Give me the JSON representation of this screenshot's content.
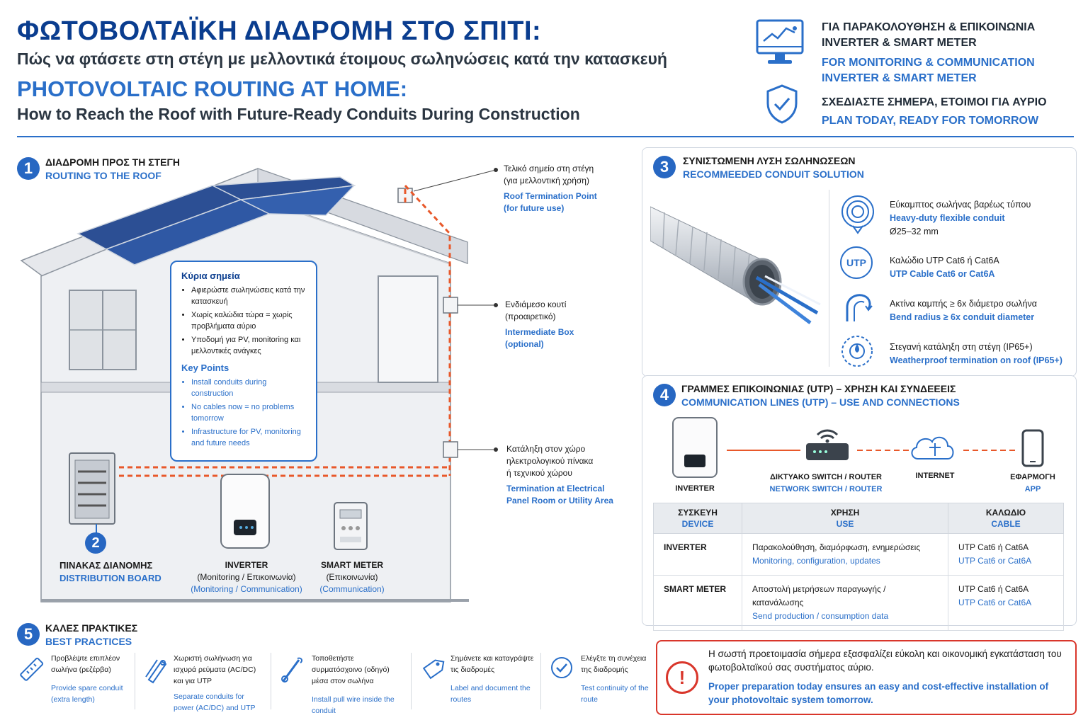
{
  "header": {
    "title_gr": "ΦΩΤΟΒΟΛΤΑΪΚΗ ΔΙΑΔΡΟΜΗ ΣΤΟ ΣΠΙΤΙ:",
    "subtitle_gr": "Πώς να φτάσετε στη στέγη με μελλοντικά έτοιμους σωληνώσεις κατά την κατασκευή",
    "title_en": "PHOTOVOLTAIC ROUTING AT HOME:",
    "subtitle_en": "How to Reach the Roof with Future-Ready Conduits During Construction",
    "monitor_gr_1": "ΓΙΑ ΠΑΡΑΚΟΛΟΥΘΗΣΗ & ΕΠΙΚΟΙΝΩΝΙΑ",
    "monitor_gr_2": "INVERTER & SMART METER",
    "monitor_en_1": "FOR MONITORING & COMMUNICATION",
    "monitor_en_2": "INVERTER & SMART METER",
    "plan_gr": "ΣΧΕΔΙΑΣΤΕ ΣΗΜΕΡΑ, ΕΤΟΙΜΟΙ ΓΙΑ ΑΥΡΙΟ",
    "plan_en": "PLAN TODAY, READY FOR TOMORROW"
  },
  "section1": {
    "number": "1",
    "title_gr": "ΔΙΑΔΡΟΜΗ ΠΡΟΣ ΤΗ ΣΤΕΓΗ",
    "title_en": "ROUTING TO THE ROOF",
    "callouts": {
      "roof_gr_1": "Τελικό σημείο στη στέγη",
      "roof_gr_2": "(για μελλοντική χρήση)",
      "roof_en_1": "Roof Termination Point",
      "roof_en_2": "(for future use)",
      "box_gr_1": "Ενδιάμεσο κουτί",
      "box_gr_2": "(προαιρετικό)",
      "box_en_1": "Intermediate Box",
      "box_en_2": "(optional)",
      "term_gr_1": "Κατάληξη στον χώρο",
      "term_gr_2": "ηλεκτρολογικού πίνακα",
      "term_gr_3": "ή τεχνικού χώρου",
      "term_en_1": "Termination at Electrical",
      "term_en_2": "Panel Room or Utility Area"
    },
    "keypoints": {
      "title_gr": "Κύρια σημεία",
      "items_gr": [
        "Αφιερώστε σωληνώσεις κατά την κατασκευή",
        "Χωρίς καλώδια τώρα = χωρίς προβλήματα αύριο",
        "Υποδομή για PV, monitoring και μελλοντικές ανάγκες"
      ],
      "title_en": "Key Points",
      "items_en": [
        "Install conduits during construction",
        "No cables now = no problems tomorrow",
        "Infrastructure for PV, monitoring and future needs"
      ]
    },
    "board_number": "2",
    "board_gr": "ΠΙΝΑΚΑΣ ΔΙΑΝΟΜΗΣ",
    "board_en": "DISTRIBUTION BOARD",
    "inverter_title": "INVERTER",
    "inverter_gr": "(Monitoring / Επικοινωνία)",
    "inverter_en": "(Monitoring / Communication)",
    "meter_title": "SMART METER",
    "meter_gr": "(Επικοινωνία)",
    "meter_en": "(Communication)"
  },
  "section3": {
    "number": "3",
    "title_gr": "ΣΥΝΙΣΤΩΜΕΝΗ ΛΥΣΗ ΣΩΛΗΝΩΣΕΩΝ",
    "title_en": "RECOMMEEDED CONDUIT SOLUTION",
    "items": [
      {
        "gr": "Εύκαμπτος σωλήνας βαρέως τύπου",
        "en": "Heavy-duty flexible conduit",
        "extra": "Ø25–32 mm"
      },
      {
        "gr": "Καλώδιο UTP Cat6 ή Cat6A",
        "en": "UTP Cable Cat6 or Cat6A",
        "icon_text": "UTP"
      },
      {
        "gr": "Ακτίνα καμπής ≥ 6x διάμετρο σωλήνα",
        "en": "Bend radius ≥ 6x conduit diameter"
      },
      {
        "gr": "Στεγανή κατάληξη στη στέγη (IP65+)",
        "en": "Weatherproof termination on roof (IP65+)"
      }
    ]
  },
  "section4": {
    "number": "4",
    "title_gr": "ΓΡΑΜΜΕΣ ΕΠΙΚΟΙΝΩΝΙΑΣ (UTP) – ΧΡΗΣΗ ΚΑΙ ΣΥΝΔΕΕΕΙΣ",
    "title_en": "COMMUNICATION LINES (UTP) – USE AND CONNECTIONS",
    "chain": {
      "inverter": "INVERTER",
      "switch_gr": "ΔΙΚΤΥΑΚΟ SWITCH / ROUTER",
      "switch_en": "NETWORK SWITCH / ROUTER",
      "internet": "INTERNET",
      "app_gr": "ΕΦΑΡΜΟΓΗ",
      "app_en": "APP"
    },
    "table": {
      "headers": [
        {
          "gr": "ΣΥΣΚΕΥΗ",
          "en": "DEVICE"
        },
        {
          "gr": "ΧΡΗΣΗ",
          "en": "USE"
        },
        {
          "gr": "ΚΑΛΩΔΙΟ",
          "en": "CABLE"
        }
      ],
      "rows": [
        {
          "device": "INVERTER",
          "use_gr": "Παρακολούθηση, διαμόρφωση, ενημερώσεις",
          "use_en": "Monitoring, configuration, updates",
          "cable_gr": "UTP Cat6 ή Cat6A",
          "cable_en": "UTP Cat6 or Cat6A"
        },
        {
          "device": "SMART METER",
          "use_gr": "Αποστολή μετρήσεων παραγωγής / κατανάλωσης",
          "use_en": "Send production / consumption data",
          "cable_gr": "UTP Cat6 ή Cat6A",
          "cable_en": "UTP Cat6 or Cat6A"
        }
      ]
    }
  },
  "section5": {
    "number": "5",
    "title_gr": "ΚΑΛΕΣ ΠΡΑΚΤΙΚΕΣ",
    "title_en": "BEST PRACTICES",
    "items": [
      {
        "gr": "Προβλέψτε επιπλέον σωλήνα (ρεζέρβα)",
        "en": "Provide spare conduit (extra length)",
        "icon": "ruler-icon"
      },
      {
        "gr": "Χωριστή σωλήνωση για ισχυρά ρεύματα (AC/DC) και για UTP",
        "en": "Separate conduits for power (AC/DC) and UTP",
        "icon": "separate-conduits-icon"
      },
      {
        "gr": "Τοποθετήστε συρματόσχοινο (οδηγό) μέσα στον σωλήνα",
        "en": "Install pull wire inside the conduit",
        "icon": "pull-wire-icon"
      },
      {
        "gr": "Σημάνετε και καταγράψτε τις διαδρομές",
        "en": "Label and document the routes",
        "icon": "tag-icon"
      },
      {
        "gr": "Ελέγξτε τη συνέχεια της διαδρομής",
        "en": "Test continuity of the route",
        "icon": "check-circle-icon"
      }
    ]
  },
  "note": {
    "gr": "Η σωστή προετοιμασία σήμερα εξασφαλίζει εύκολη και οικονομική εγκατάσταση του φωτοβολταϊκού σας συστήματος αύριο.",
    "en": "Proper preparation today ensures an easy and cost-effective installation of your photovoltaic system tomorrow."
  },
  "colors": {
    "navy": "#0a3d8f",
    "accent": "#2a6fc9",
    "route": "#e8582a",
    "alert": "#d9362b"
  }
}
